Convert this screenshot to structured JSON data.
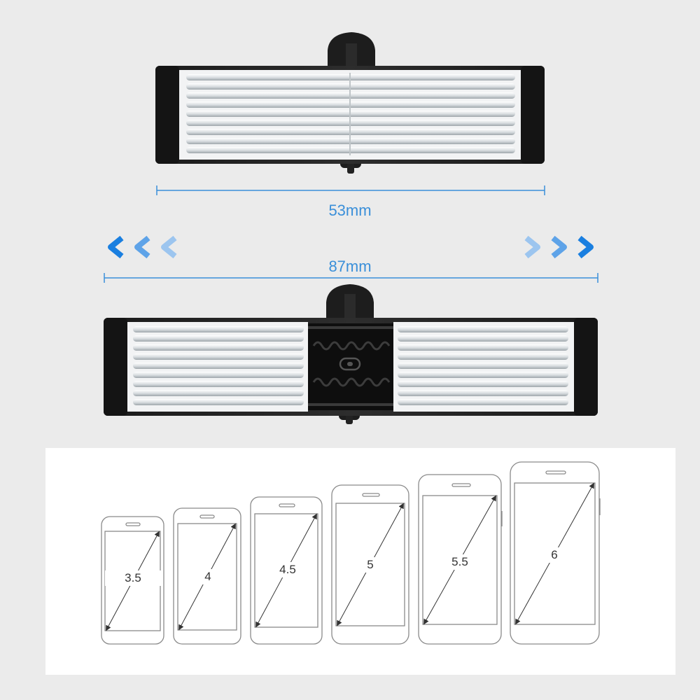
{
  "dimensions": {
    "collapsed_label": "53mm",
    "expanded_label": "87mm",
    "accent_color": "#3a8fd9"
  },
  "phones": [
    {
      "label": "3.5"
    },
    {
      "label": "4"
    },
    {
      "label": "4.5"
    },
    {
      "label": "5"
    },
    {
      "label": "5.5"
    },
    {
      "label": "6"
    }
  ],
  "icons": {
    "arrows_left": "chevron-left-icon",
    "arrows_right": "chevron-right-icon"
  }
}
